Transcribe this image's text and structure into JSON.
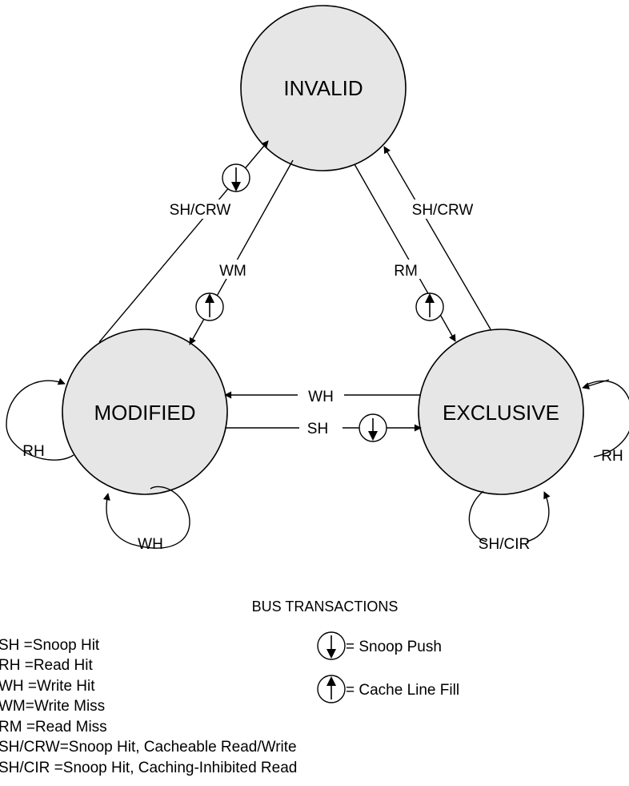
{
  "states": {
    "invalid": "INVALID",
    "modified": "MODIFIED",
    "exclusive": "EXCLUSIVE"
  },
  "transitions": {
    "modified_to_invalid": "SH/CRW",
    "invalid_to_modified": "WM",
    "exclusive_to_invalid": "SH/CRW",
    "invalid_to_exclusive": "RM",
    "exclusive_to_modified": "WH",
    "modified_to_exclusive": "SH",
    "modified_self_rh": "RH",
    "modified_self_wh": "WH",
    "exclusive_self_rh": "RH",
    "exclusive_self_shcir": "SH/CIR"
  },
  "legend": {
    "title": "BUS TRANSACTIONS",
    "abbreviations": [
      "SH  =Snoop Hit",
      "RH  =Read Hit",
      "WH =Write Hit",
      "WM=Write Miss",
      "RM =Read Miss",
      "SH/CRW=Snoop Hit, Cacheable Read/Write",
      "SH/CIR =Snoop Hit, Caching-Inhibited Read"
    ],
    "symbols": {
      "snoop_push": "= Snoop Push",
      "cache_line_fill": "= Cache Line Fill"
    }
  }
}
